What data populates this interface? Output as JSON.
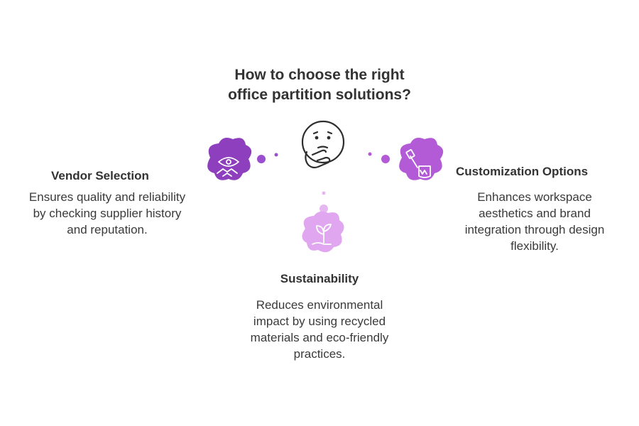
{
  "title": {
    "line1": "How to choose the right",
    "line2": "office partition solutions?"
  },
  "nodes": {
    "vendor": {
      "title": "Vendor Selection",
      "desc_lines": [
        "Ensures quality and reliability",
        "by checking supplier history",
        "and reputation."
      ],
      "icon": "eye-handshake-icon",
      "color": "#8e3fbd"
    },
    "customization": {
      "title": "Customization Options",
      "desc_lines": [
        "Enhances workspace",
        "aesthetics and brand",
        "integration through design",
        "flexibility."
      ],
      "icon": "paintbrush-bucket-icon",
      "color": "#b35ad6"
    },
    "sustainability": {
      "title": "Sustainability",
      "desc_lines": [
        "Reduces environmental",
        "impact by using recycled",
        "materials and eco-friendly",
        "practices."
      ],
      "icon": "sprout-hand-icon",
      "color": "#e0a6f0"
    }
  },
  "center": {
    "icon": "thinking-face-icon"
  },
  "colors": {
    "dot_dark": "#9a4fd0",
    "dot_light": "#e6b8f2",
    "text": "#333333"
  }
}
